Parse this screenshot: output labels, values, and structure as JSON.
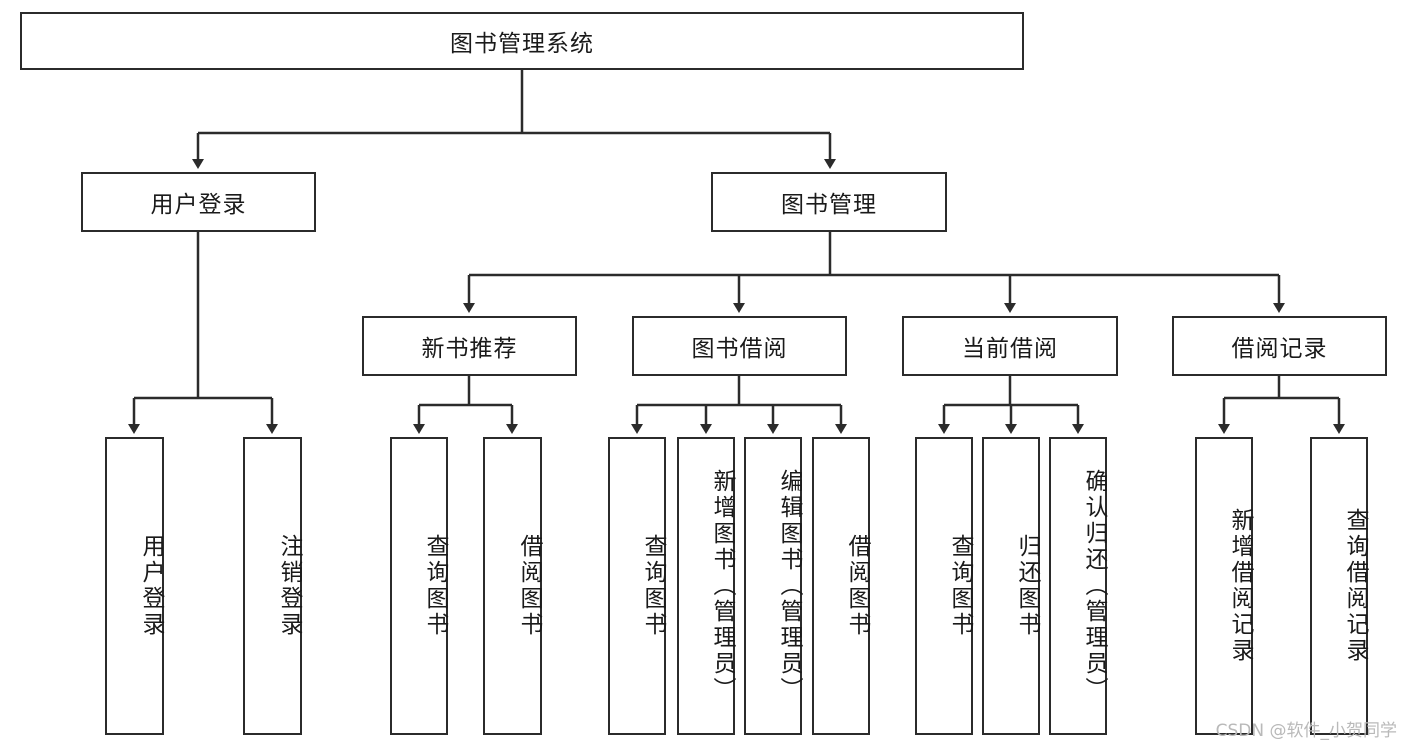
{
  "diagram": {
    "title": "图书管理系统",
    "type": "tree",
    "watermark": "CSDN @软件_小贺同学",
    "colors": {
      "stroke": "#2b2b2b",
      "fill": "#ffffff",
      "text": "#1a1a1a",
      "watermark": "#b9b9b9"
    },
    "nodes": {
      "root": {
        "label": "图书管理系统"
      },
      "level2": [
        {
          "id": "user_login",
          "label": "用户登录"
        },
        {
          "id": "book_manage",
          "label": "图书管理"
        }
      ],
      "level3": [
        {
          "id": "new_book_rec",
          "label": "新书推荐"
        },
        {
          "id": "book_borrow",
          "label": "图书借阅"
        },
        {
          "id": "current_borrow",
          "label": "当前借阅"
        },
        {
          "id": "borrow_record",
          "label": "借阅记录"
        }
      ],
      "leaves": [
        {
          "id": "leaf_user_login",
          "label": "用户登录",
          "parent": "user_login"
        },
        {
          "id": "leaf_logout",
          "label": "注销登录",
          "parent": "user_login"
        },
        {
          "id": "leaf_query_book_1",
          "label": "查询图书",
          "parent": "new_book_rec"
        },
        {
          "id": "leaf_borrow_book_1",
          "label": "借阅图书",
          "parent": "new_book_rec"
        },
        {
          "id": "leaf_query_book_2",
          "label": "查询图书",
          "parent": "book_borrow"
        },
        {
          "id": "leaf_add_book",
          "label": "新增图书（管理员）",
          "parent": "book_borrow"
        },
        {
          "id": "leaf_edit_book",
          "label": "编辑图书（管理员）",
          "parent": "book_borrow"
        },
        {
          "id": "leaf_borrow_book_2",
          "label": "借阅图书",
          "parent": "book_borrow"
        },
        {
          "id": "leaf_query_book_3",
          "label": "查询图书",
          "parent": "current_borrow"
        },
        {
          "id": "leaf_return_book",
          "label": "归还图书",
          "parent": "current_borrow"
        },
        {
          "id": "leaf_confirm_return",
          "label": "确认归还（管理员）",
          "parent": "current_borrow"
        },
        {
          "id": "leaf_add_record",
          "label": "新增借阅记录",
          "parent": "borrow_record"
        },
        {
          "id": "leaf_query_record",
          "label": "查询借阅记录",
          "parent": "borrow_record"
        }
      ]
    }
  }
}
